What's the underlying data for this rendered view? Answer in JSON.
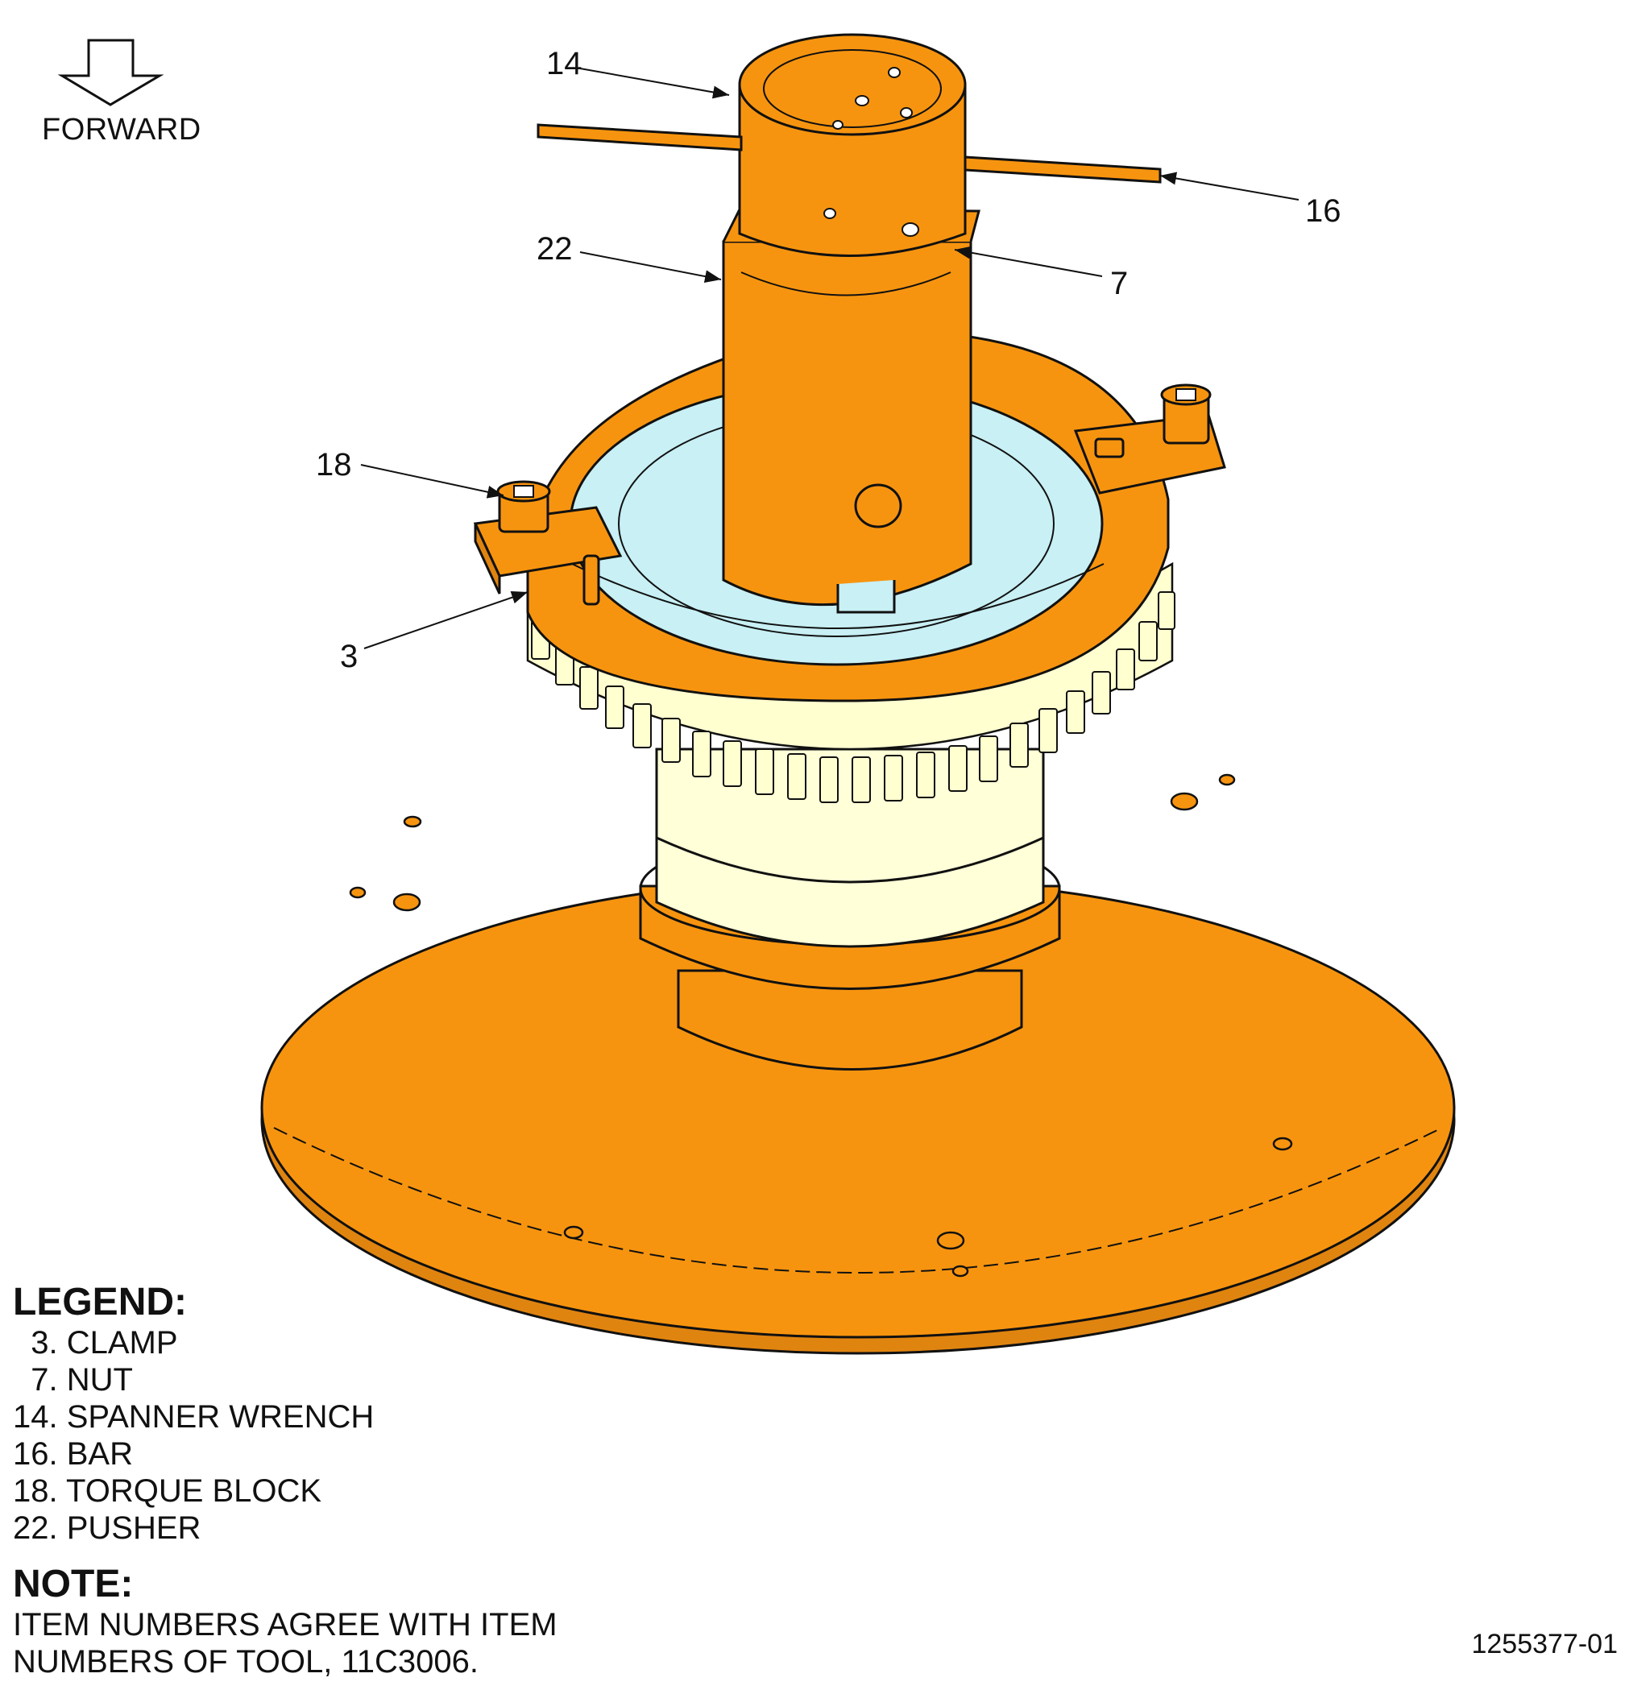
{
  "forward_label": "FORWARD",
  "callouts": {
    "c14": "14",
    "c16": "16",
    "c22": "22",
    "c7": "7",
    "c18": "18",
    "c3": "3"
  },
  "legend": {
    "title": "LEGEND:",
    "items": [
      "  3. CLAMP",
      "  7. NUT",
      "14. SPANNER WRENCH",
      "16. BAR",
      "18. TORQUE BLOCK",
      "22. PUSHER"
    ]
  },
  "note": {
    "title": "NOTE:",
    "line1": "ITEM NUMBERS AGREE WITH ITEM",
    "line2": "NUMBERS OF TOOL, 11C3006."
  },
  "figure_id": "1255377-01",
  "colors": {
    "part_orange": "#f7940f",
    "tool_light_blue": "#c8f0f5",
    "cylinder_cream": "#ffffd8",
    "gear_teeth": "#ffffd0",
    "outline": "#111111"
  }
}
